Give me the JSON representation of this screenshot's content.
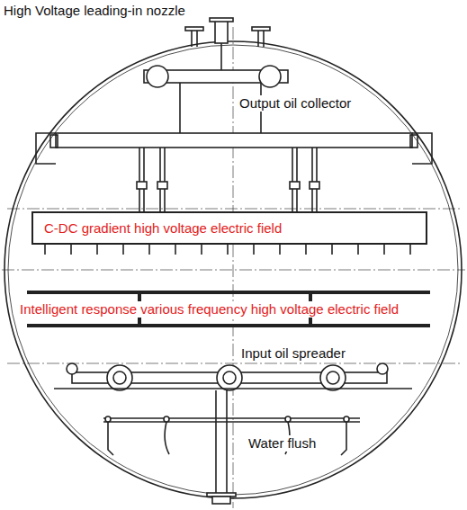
{
  "diagram": {
    "nodes": [
      {
        "text": [
          "C-DC gradient high voltage electric field"
        ]
      }
    ],
    "labels": [
      "High Voltage leading-in nozzle",
      "Output oil collector",
      "Intelligent response various frequency high voltage electric field",
      "Input oil spreader",
      "Water flush"
    ]
  }
}
